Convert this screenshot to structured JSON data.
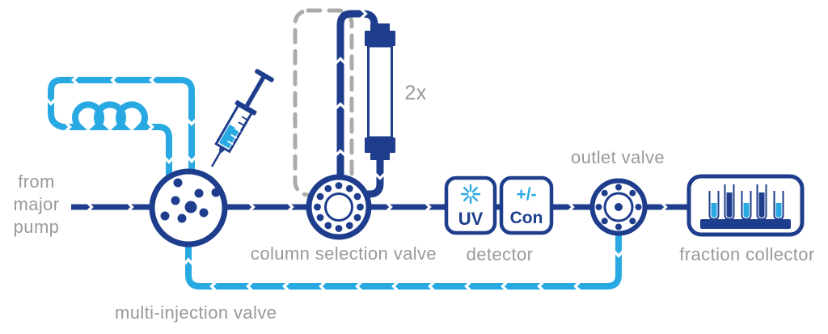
{
  "colors": {
    "dark_blue": "#1e3d8d",
    "light_blue": "#29a9e2",
    "label_gray": "#999999",
    "dashed_gray": "#ababab"
  },
  "labels": {
    "source": {
      "line1": "from",
      "line2": "major",
      "line3": "pump"
    },
    "multi_injection_valve": "multi-injection valve",
    "column_selection_valve": "column selection valve",
    "detector": "detector",
    "outlet_valve": "outlet valve",
    "fraction_collector": "fraction collector",
    "column_multiplier": "2x"
  },
  "detectors": {
    "uv": "UV",
    "polarity": "+/-",
    "conductivity": "Con"
  },
  "icons": [
    "syringe-icon",
    "sample-loop-coil-icon",
    "multi-injection-valve-icon",
    "column-selection-valve-icon",
    "column-icon",
    "dashed-column-outline-icon",
    "uv-sparkle-icon",
    "outlet-valve-icon",
    "fraction-collector-icon",
    "test-tube-icon",
    "flow-arrow-chevron-icon"
  ]
}
